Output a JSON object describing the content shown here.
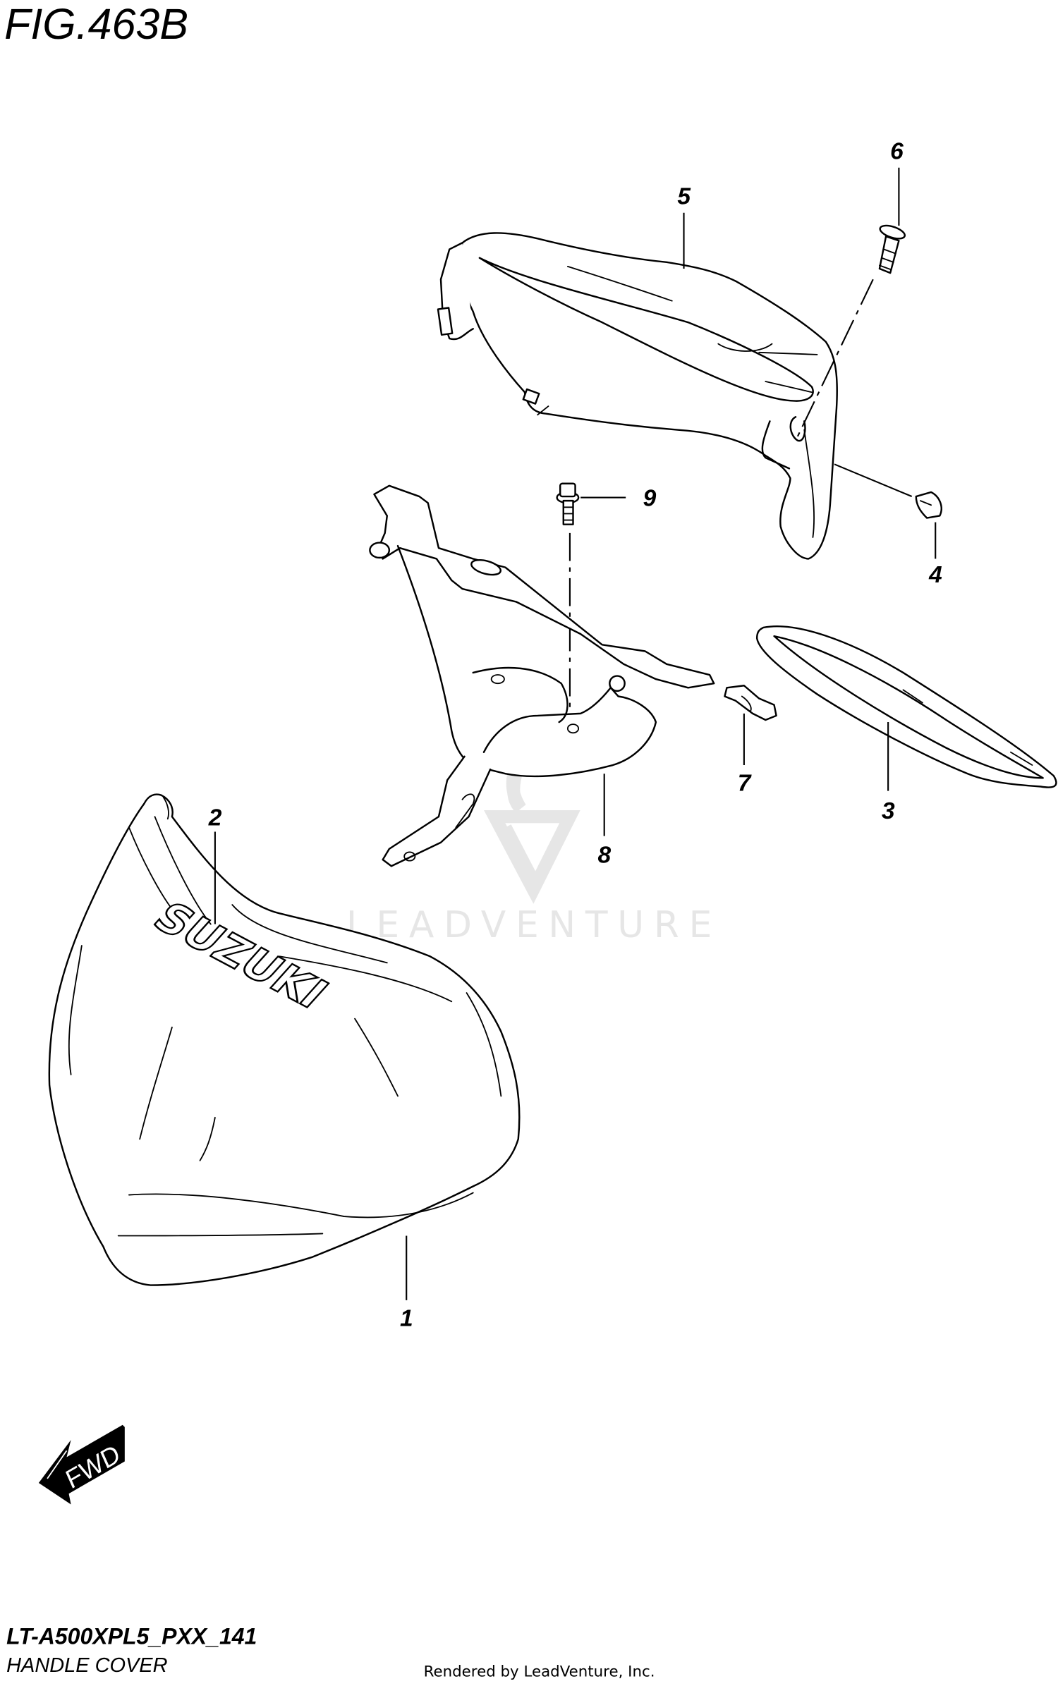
{
  "header": {
    "figure_title": "FIG.463B"
  },
  "footer": {
    "model_code": "LT-A500XPL5_PXX_141",
    "section_name": "HANDLE COVER",
    "rendered_by": "Rendered by LeadVenture, Inc."
  },
  "watermark": {
    "text": "LEADVENTURE",
    "color": "#e6e6e6"
  },
  "direction_indicator": {
    "label": "FWD"
  },
  "cover_logo": {
    "text": "SUZUKI"
  },
  "callouts": [
    {
      "number": "1",
      "part": "handle-cover"
    },
    {
      "number": "2",
      "part": "emblem"
    },
    {
      "number": "3",
      "part": "meter-visor"
    },
    {
      "number": "4",
      "part": "clip-nut"
    },
    {
      "number": "5",
      "part": "handle-cover-upper"
    },
    {
      "number": "6",
      "part": "screw"
    },
    {
      "number": "7",
      "part": "clip"
    },
    {
      "number": "8",
      "part": "bracket"
    },
    {
      "number": "9",
      "part": "bolt"
    }
  ]
}
